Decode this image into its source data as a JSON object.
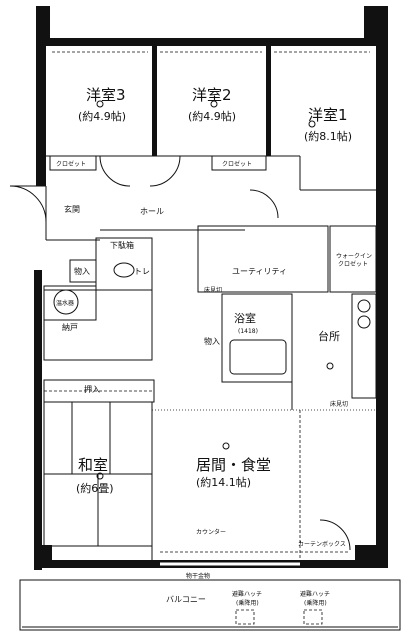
{
  "rooms": {
    "western3": {
      "name": "洋室3",
      "area": "(約4.9帖)"
    },
    "western2": {
      "name": "洋室2",
      "area": "(約4.9帖)"
    },
    "western1": {
      "name": "洋室1",
      "area": "(約8.1帖)"
    },
    "japanese": {
      "name": "和室",
      "area": "(約6畳)"
    },
    "living": {
      "name": "居間・食堂",
      "area": "(約14.1帖)"
    },
    "bath": {
      "name": "浴室",
      "area": "(1418)"
    }
  },
  "labels": {
    "genkan": "玄関",
    "hall": "ホール",
    "kakamachi": "下駄箱",
    "utility": "ユーティリティ",
    "kitchen": "台所",
    "nando": "納戸",
    "oshiire": "押入",
    "monoire1": "物入",
    "monoire2": "物入",
    "toilet": "トレ",
    "water_heater": "温水器",
    "walk_in": "ウォークイン",
    "walk_in2": "クロゼット",
    "closet1": "クロゼット",
    "closet2": "クロゼット",
    "counter": "カウンター",
    "balcony": "バルコニー",
    "hatch1": "避難ハッチ",
    "hatch1b": "(乗降用)",
    "hatch2": "避難ハッチ",
    "hatch2b": "(乗降用)",
    "handrail": "物干金物",
    "curtain_box": "カーテンボックス",
    "ceiling": "床見切",
    "ceiling2": "床見切"
  }
}
